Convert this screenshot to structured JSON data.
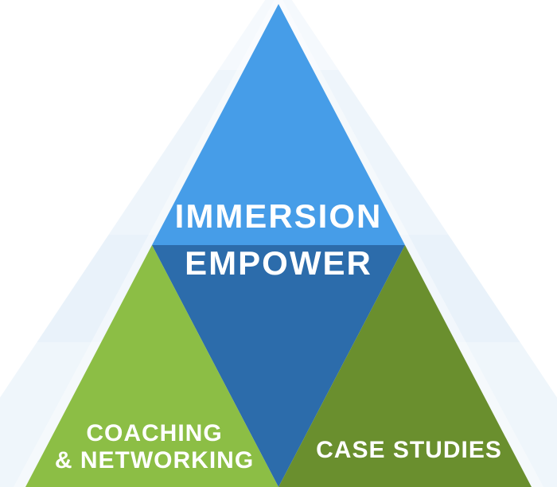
{
  "pyramid": {
    "top": {
      "label": "IMMERSION",
      "color": "#469de8"
    },
    "center": {
      "label": "EMPOWER",
      "color": "#2c6cab"
    },
    "bottom_left": {
      "label_line1": "COACHING",
      "label_line2": "& NETWORKING",
      "color": "#8cbe45"
    },
    "bottom_right": {
      "label": "CASE STUDIES",
      "color": "#6a8f2e"
    }
  },
  "background": {
    "base_color": "#e9f2fa"
  },
  "text_color": "#ffffff"
}
